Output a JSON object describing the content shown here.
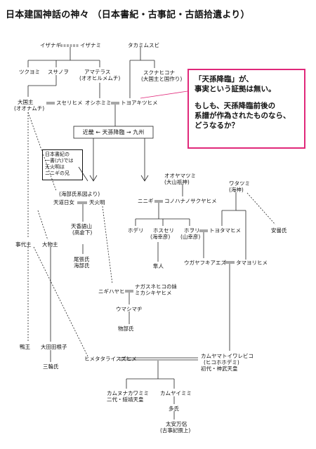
{
  "title": "日本建国神話の神々 （日本書紀・古事記・古語拾遺より）",
  "callout": {
    "line1": "「天孫降臨」が、",
    "line2": "事実という証拠は無い。",
    "line3": "もしも、天孫降臨前後の",
    "line4": "系譜が作為されたものなら、",
    "line5": "どうなるか？"
  },
  "note": {
    "line1": "日本書紀の",
    "line2": "一書(六)では",
    "line3": "天火明は",
    "line4": "ニニギの兄"
  },
  "route": "近畿 ← 天孫降臨 → 九州",
  "labels": {
    "izanagi": "イザナギ",
    "izanami": "イザナミ",
    "takamimusubi": "タカミムスビ",
    "tsukuyomi": "ツクヨミ",
    "susanoo": "スサノヲ",
    "amaterasu": "アマテラス",
    "amaterasu_sub": "(オオヒルメムチ)",
    "sukunahikona": "スクナヒコナ",
    "sukunahikona_sub": "(大国主と国作り)",
    "okuninushi": "大国主",
    "okuninushi_sub": "(オオナムチ)",
    "suserihime": "スセリヒメ",
    "oshihomimi": "オシホミミ",
    "toyoakitsuhime": "トヨアキツヒメ",
    "oyamatsumi": "オオヤマツミ",
    "oyamatsumi_sub": "(大山祇神)",
    "watatsumi": "ワタツミ",
    "watatsumi_sub": "(海神)",
    "amabehime_clan": "(海部氏系図より)",
    "amamichihime": "天道日女",
    "amenohoakari": "天火明",
    "ninigi": "ニニギ",
    "konohanasakuyahime": "コノハナノサクヤヒメ",
    "kotoshironushi": "事代主",
    "omononushi": "大物主",
    "amenokaguyama": "天香語山",
    "amenokaguyama_sub": "(高倉下)",
    "owari": "尾張氏",
    "amabe": "海部氏",
    "hoderi": "ホデリ",
    "hosuseri": "ホスセリ",
    "hosuseri_sub": "(海幸彦)",
    "hoori": "ホヲリ",
    "hoori_sub": "(山幸彦)",
    "toyotamahime": "トヨタマヒメ",
    "azumi": "安曇氏",
    "hayato": "隼人",
    "ugayafukiaezu": "ウガヤフキアエズ",
    "tamayorihime": "タマヨリヒメ",
    "nigihayahi": "ニギハヤヒ",
    "nagasunehiko_sister": "ナガスネヒコの妹",
    "mikashikiyahime": "ミカシキヤヒメ",
    "umashimaji": "ウマシマヂ",
    "mononobe": "物部氏",
    "kamo": "鴨王",
    "otataneko": "大田田根子",
    "miwa": "三輪氏",
    "himetatara": "ヒメタタライスズヒメ",
    "kamuyamato": "カムヤマトイワレビコ",
    "kamuyamato_sub": "(ヒコホホデミ)",
    "jimmu": "初代・神武天皇",
    "kamununakawamimi": "カムヌナカワミミ",
    "suizei": "二代・綏靖天皇",
    "kamuyaimimi": "カムヤイミミ",
    "oo": "多氏",
    "oono_yasumaro": "太安万侶",
    "oono_yasumaro_sub": "(古事記撰上)"
  }
}
